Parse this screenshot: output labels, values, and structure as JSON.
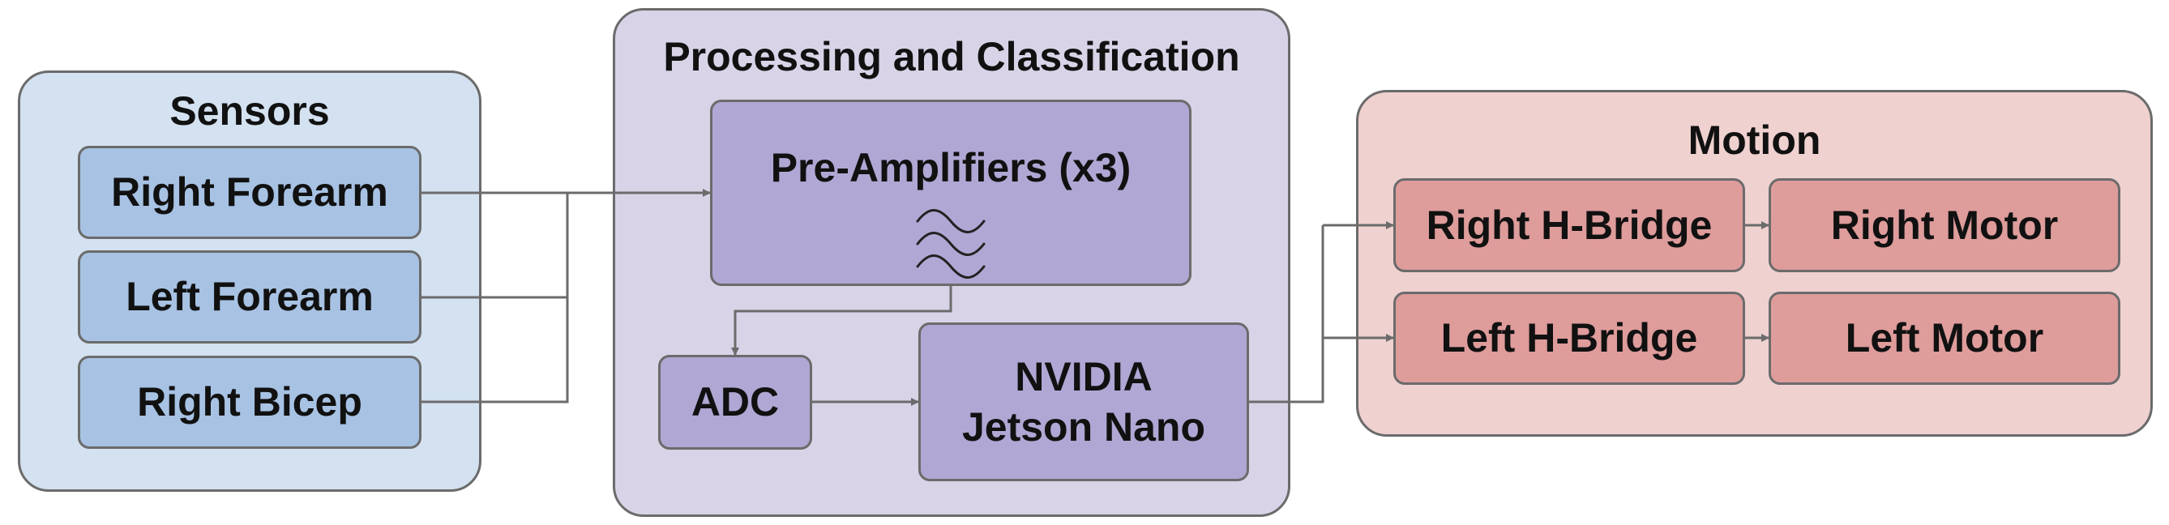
{
  "groups": {
    "sensors": {
      "title": "Sensors"
    },
    "processing": {
      "title": "Processing and Classification"
    },
    "motion": {
      "title": "Motion"
    }
  },
  "nodes": {
    "right_forearm": "Right Forearm",
    "left_forearm": "Left Forearm",
    "right_bicep": "Right Bicep",
    "pre_amplifiers": "Pre-Amplifiers (x3)",
    "adc": "ADC",
    "jetson_line1": "NVIDIA",
    "jetson_line2": "Jetson Nano",
    "right_h_bridge": "Right H-Bridge",
    "left_h_bridge": "Left H-Bridge",
    "right_motor": "Right Motor",
    "left_motor": "Left Motor"
  },
  "icons": {
    "pre_amplifiers": "signal-waves-icon"
  },
  "colors": {
    "sensors_group": "#d3e1f0",
    "sensor_node": "#a7c2e3",
    "processing_group": "#d9d3e7",
    "processing_node": "#b1a7d4",
    "motion_group": "#efd1d0",
    "motion_node": "#de9c9b",
    "connector": "#6b6b6b"
  }
}
